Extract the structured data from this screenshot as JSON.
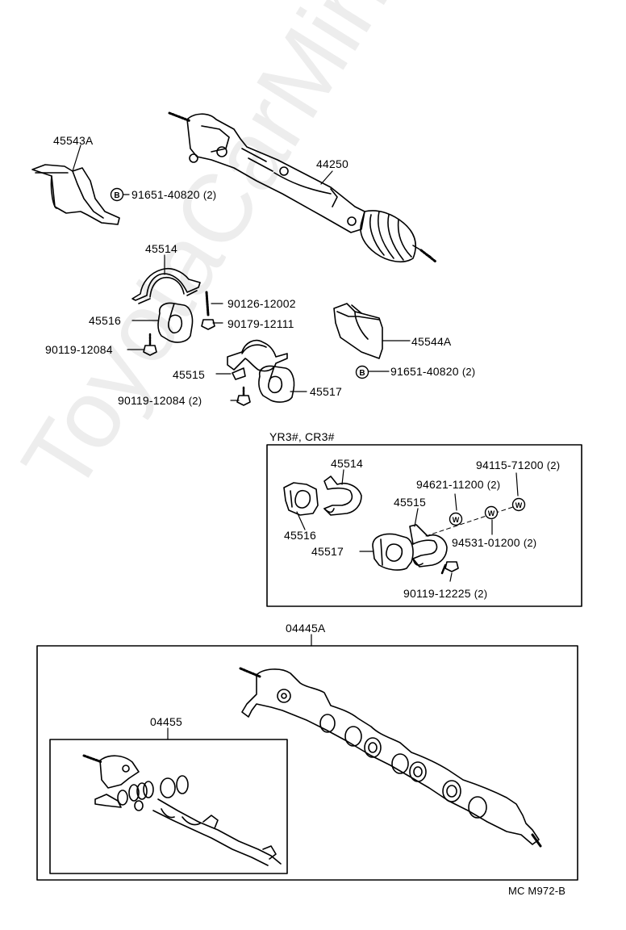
{
  "watermark": "ToyotaCarMine.ru",
  "parts": {
    "p45543A": "45543A",
    "p44250": "44250",
    "p91651_a": "91651-40820",
    "p91651_a_qty": "(2)",
    "p45514": "45514",
    "p90126": "90126-12002",
    "p45516": "45516",
    "p90179": "90179-12111",
    "p45544A": "45544A",
    "p90119_a": "90119-12084",
    "p91651_b": "91651-40820",
    "p91651_b_qty": "(2)",
    "p45515": "45515",
    "p45517": "45517",
    "p90119_b": "90119-12084",
    "p90119_b_qty": "(2)"
  },
  "inset_variant": {
    "title": "YR3#, CR3#",
    "p45514": "45514",
    "p94115": "94115-71200",
    "p94115_qty": "(2)",
    "p94621": "94621-11200",
    "p94621_qty": "(2)",
    "p45515": "45515",
    "p45516": "45516",
    "p94531": "94531-01200",
    "p94531_qty": "(2)",
    "p45517": "45517",
    "p90119": "90119-12225",
    "p90119_qty": "(2)"
  },
  "kit_outer": {
    "label": "04445A"
  },
  "kit_inner": {
    "label": "04455"
  },
  "diagram_code": "MC M972-B",
  "icons": {
    "bolt_marker": "B",
    "washer_marker": "W"
  }
}
